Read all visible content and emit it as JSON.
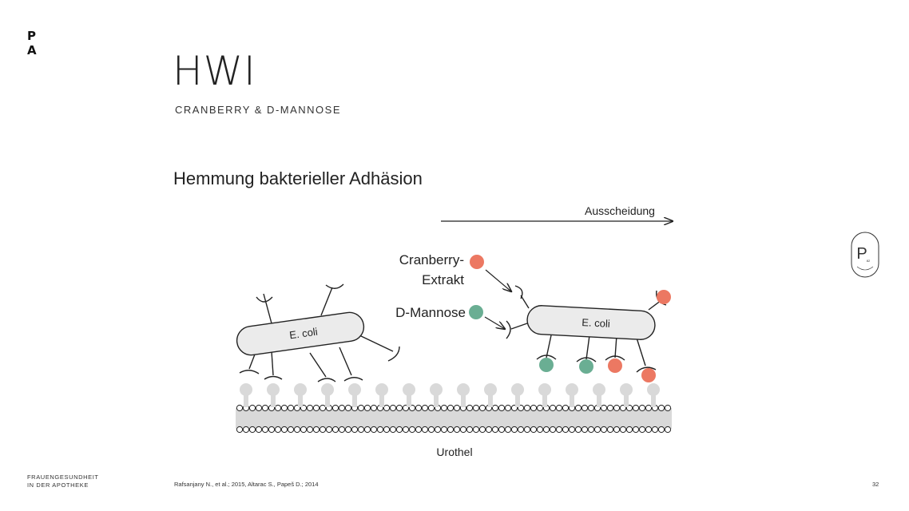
{
  "brand": {
    "mark_line1": "P",
    "mark_line2": "A"
  },
  "slide": {
    "title": "HWI",
    "subtitle": "CRANBERRY & D-MANNOSE",
    "heading": "Hemmung bakterieller Adhäsion"
  },
  "diagram": {
    "arrow_label": "Ausscheidung",
    "cranberry_label_1": "Cranberry-",
    "cranberry_label_2": "Extrakt",
    "mannose_label": "D-Mannose",
    "ecoli_left": "E. coli",
    "ecoli_right": "E. coli",
    "membrane_label": "Urothel",
    "colors": {
      "cranberry": "#ec7862",
      "mannose": "#6aae93",
      "membrane": "#d9d9d9",
      "bacterium": "#ebebeb"
    }
  },
  "footer": {
    "org_line1": "FRAUENGESUNDHEIT",
    "org_line2": "IN DER APOTHEKE",
    "references": "Rafsanjany N., et al.; 2015, Altarac S., Papeš D.; 2014",
    "page_number": "32"
  }
}
